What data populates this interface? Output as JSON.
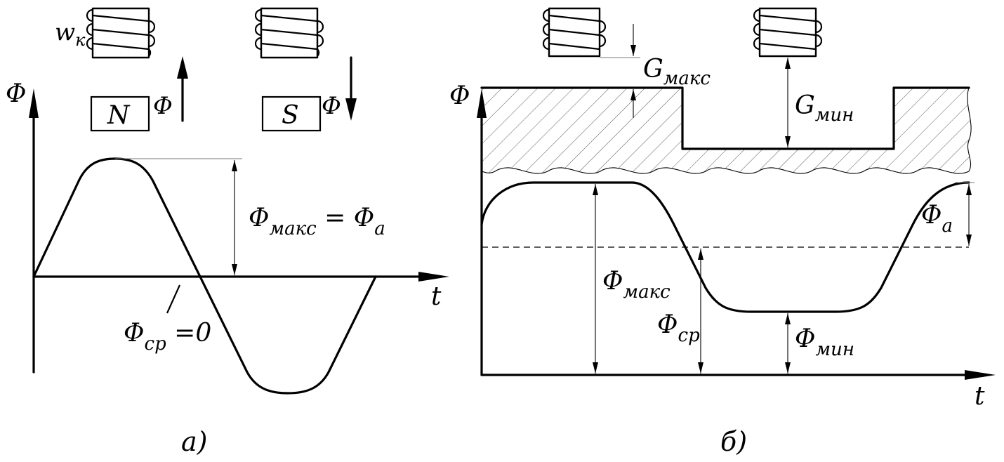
{
  "panel_a": {
    "coil_label": "w",
    "coil_label_sub": "к",
    "axis_y": "Φ",
    "axis_x": "t",
    "pole_n": "N",
    "pole_s": "S",
    "flux_arrow_up": "Φ",
    "flux_arrow_down": "Φ",
    "max_label": "Φ",
    "max_label_sub": "макс",
    "max_label_eq": " = Φ",
    "max_label_eq_sub": "a",
    "avg_label": "Φ",
    "avg_label_sub": "ср",
    "avg_label_eq": " =0",
    "caption": "а)"
  },
  "panel_b": {
    "axis_y": "Φ",
    "axis_x": "t",
    "gap_max": "G",
    "gap_max_sub": "макс",
    "gap_min": "G",
    "gap_min_sub": "мин",
    "amp_label": "Φ",
    "amp_label_sub": "a",
    "max_label": "Φ",
    "max_label_sub": "макс",
    "avg_label": "Φ",
    "avg_label_sub": "ср",
    "min_label": "Φ",
    "min_label_sub": "мин",
    "caption": "б)"
  }
}
